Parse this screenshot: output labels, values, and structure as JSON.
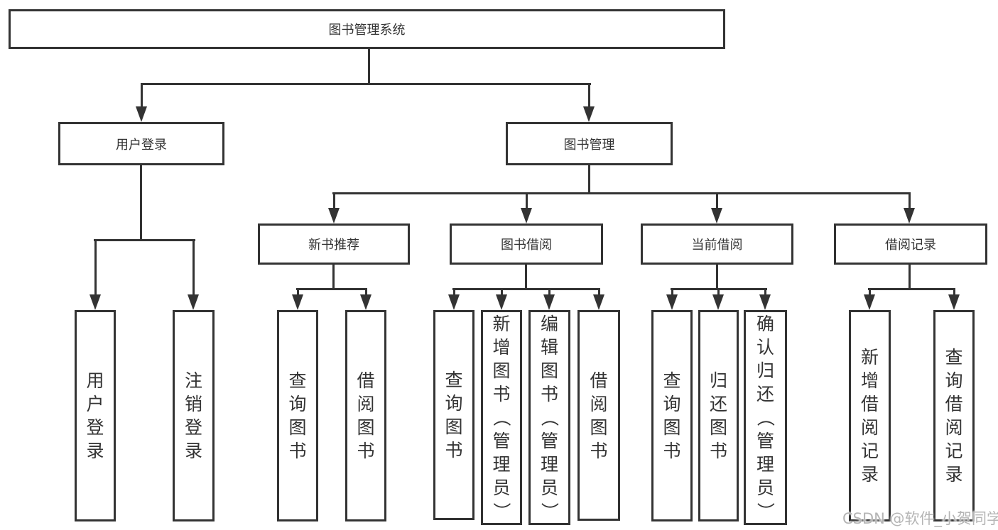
{
  "diagram_title": "图书管理系统",
  "nodes": {
    "root": {
      "label": "图书管理系统"
    },
    "user_login": {
      "label": "用户登录"
    },
    "book_management": {
      "label": "图书管理"
    },
    "new_book_recommendation": {
      "label": "新书推荐"
    },
    "book_borrowing": {
      "label": "图书借阅"
    },
    "current_borrowing": {
      "label": "当前借阅"
    },
    "borrowing_records": {
      "label": "借阅记录"
    },
    "user_login_leaf": {
      "label": "用户登录"
    },
    "logout_leaf": {
      "label": "注销登录"
    },
    "query_books_rec": {
      "label": "查询图书"
    },
    "borrow_books_rec": {
      "label": "借阅图书"
    },
    "query_books_borrow": {
      "label": "查询图书"
    },
    "add_books_admin": {
      "label": "新增图书（管理员）"
    },
    "edit_books_admin": {
      "label": "编辑图书（管理员）"
    },
    "borrow_books_borrow": {
      "label": "借阅图书"
    },
    "query_books_current": {
      "label": "查询图书"
    },
    "return_books": {
      "label": "归还图书"
    },
    "confirm_return_admin": {
      "label": "确认归还（管理员）"
    },
    "add_borrowing_record": {
      "label": "新增借阅记录"
    },
    "query_borrowing_record": {
      "label": "查询借阅记录"
    }
  },
  "hierarchy": {
    "图书管理系统": [
      "用户登录",
      "图书管理"
    ],
    "用户登录": [
      "用户登录",
      "注销登录"
    ],
    "图书管理": [
      "新书推荐",
      "图书借阅",
      "当前借阅",
      "借阅记录"
    ],
    "新书推荐": [
      "查询图书",
      "借阅图书"
    ],
    "图书借阅": [
      "查询图书",
      "新增图书（管理员）",
      "编辑图书（管理员）",
      "借阅图书"
    ],
    "当前借阅": [
      "查询图书",
      "归还图书",
      "确认归还（管理员）"
    ],
    "借阅记录": [
      "新增借阅记录",
      "查询借阅记录"
    ]
  },
  "watermark": {
    "text": "CSDN @软件_小贺同学"
  },
  "colors": {
    "line": "#333333",
    "text": "#333333",
    "box_fill": "#ffffff",
    "background": "#ffffff",
    "watermark": "#b5b5b5"
  }
}
